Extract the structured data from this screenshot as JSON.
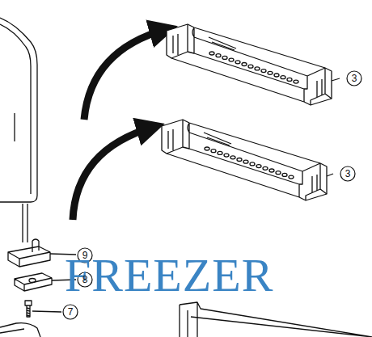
{
  "diagram": {
    "labels": [
      "3",
      "3",
      "9",
      "FREEZER",
      "8",
      "7"
    ]
  }
}
